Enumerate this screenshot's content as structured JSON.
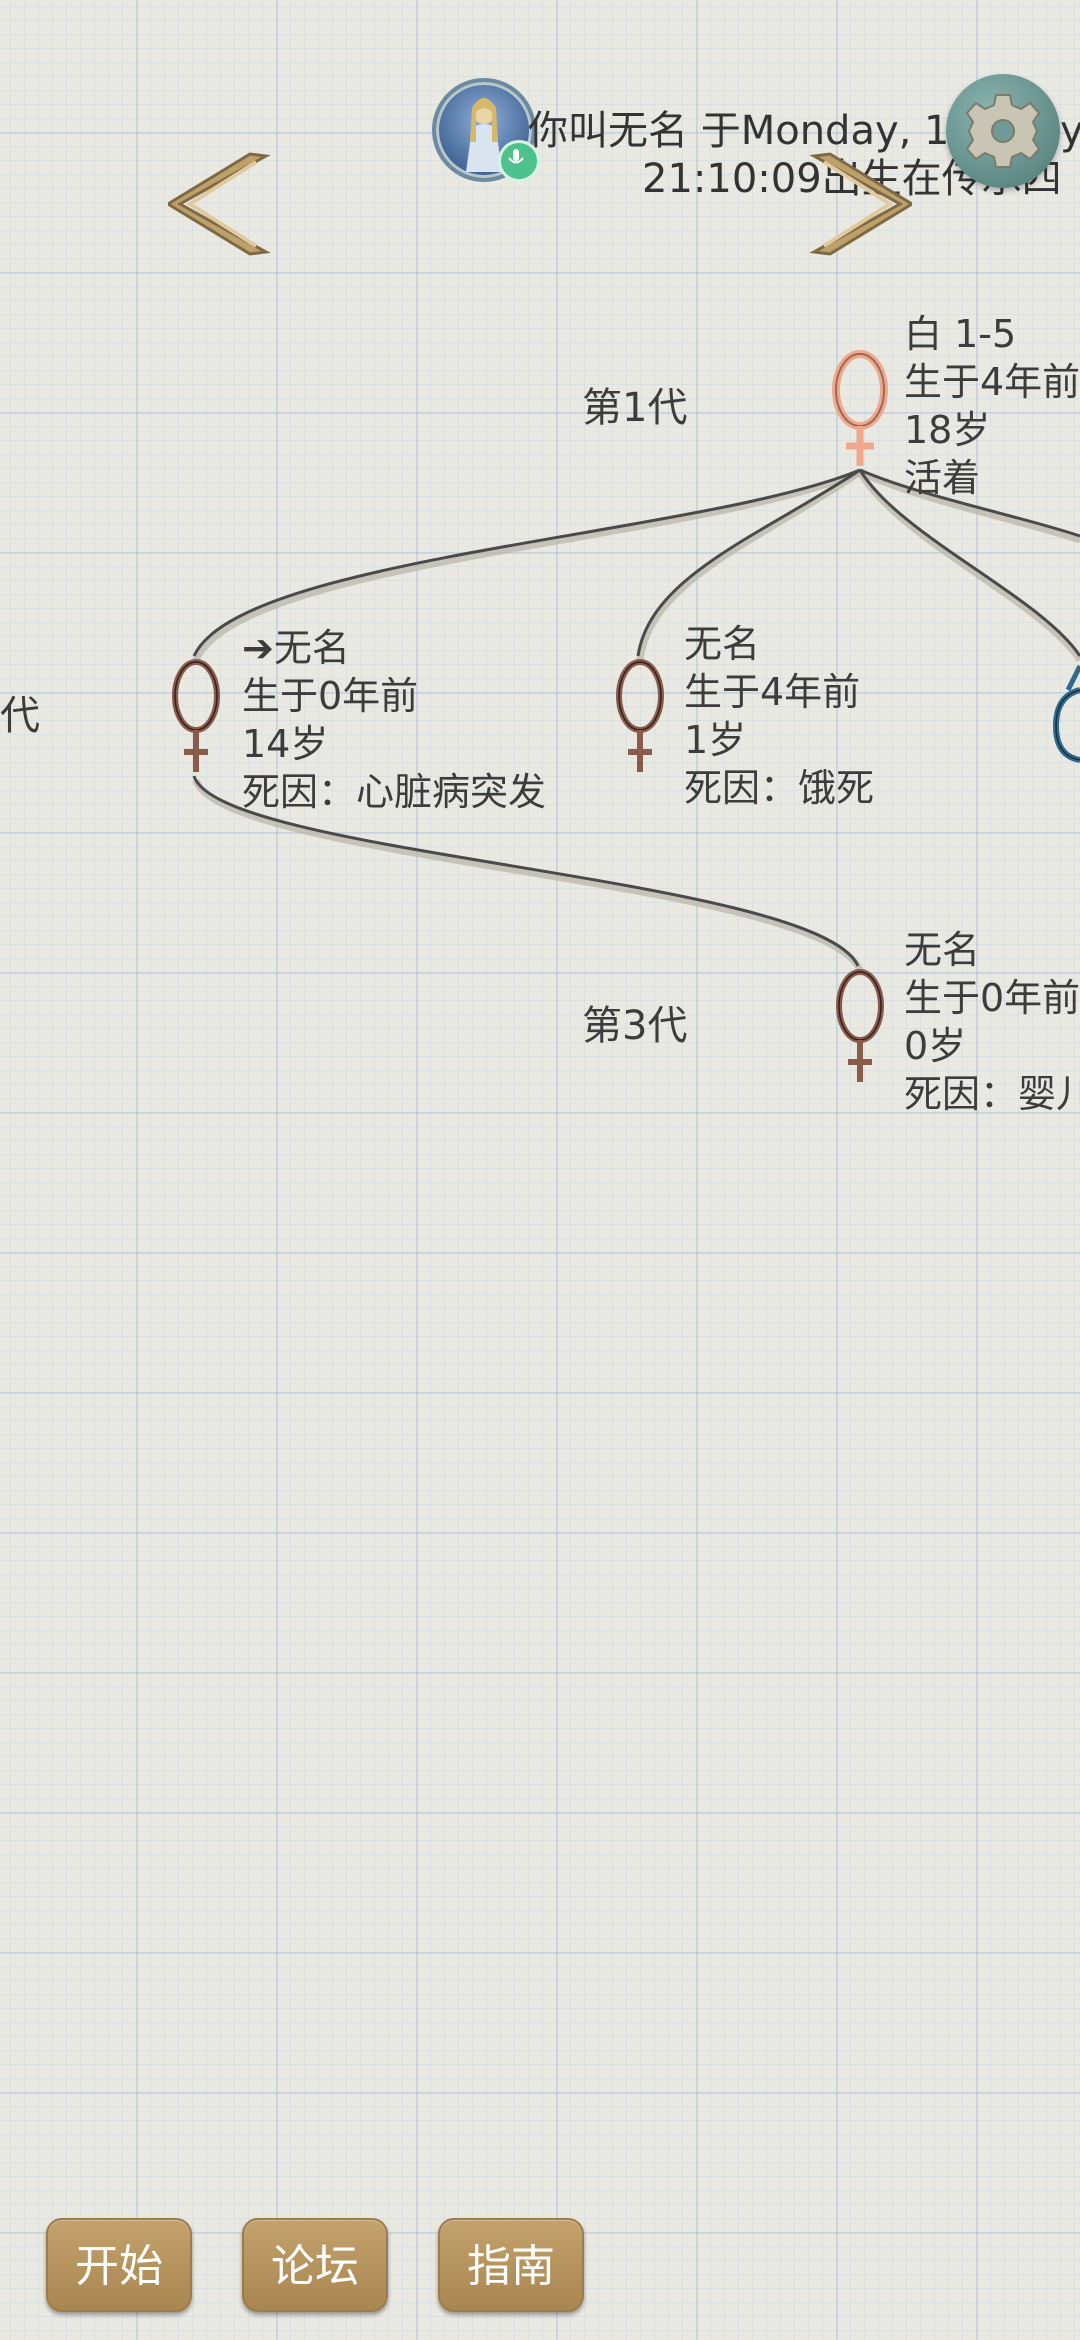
{
  "header": {
    "line1": "你叫无名 于Monday, 1",
    "line1_tail": "y",
    "line2": "21:10:09出生在传承四"
  },
  "generations": {
    "gen1": "第1代",
    "gen2_partial": "代",
    "gen3": "第3代"
  },
  "members": {
    "root": {
      "name": "白 1-5",
      "born": "生于4年前",
      "age": "18岁",
      "status": "活着"
    },
    "child1": {
      "name": "➔无名",
      "born": "生于0年前",
      "age": "14岁",
      "status": "死因：心脏病突发"
    },
    "child2": {
      "name": "无名",
      "born": "生于4年前",
      "age": "1岁",
      "status": "死因：饿死"
    },
    "grandchild1": {
      "name": "无名",
      "born": "生于0年前",
      "age": "0岁",
      "status": "死因：婴儿"
    }
  },
  "buttons": {
    "start": "开始",
    "forum": "论坛",
    "guide": "指南"
  },
  "icons": {
    "left": "chevron-left-icon",
    "right": "chevron-right-icon",
    "settings": "gear-icon",
    "female": "female-symbol-icon",
    "male": "male-symbol-icon",
    "mic": "microphone-icon"
  },
  "colors": {
    "root_node": "#f0a88c",
    "dead_node": "#8a5a4a",
    "male_node": "#2f6b8e",
    "button": "#b8965e",
    "gear": "#6f9a95"
  }
}
